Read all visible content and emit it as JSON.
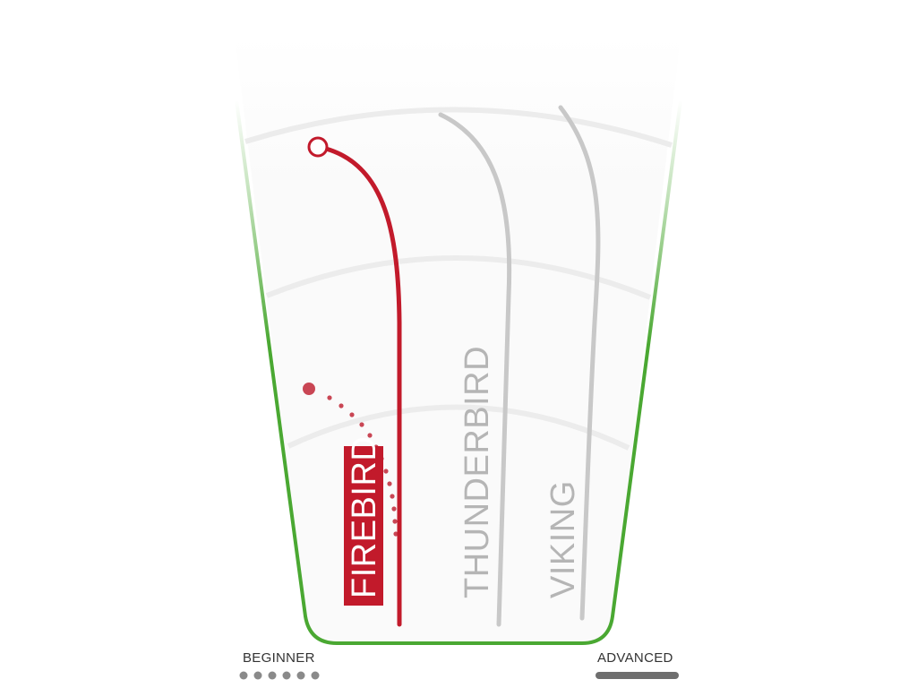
{
  "discs": [
    {
      "name": "FIREBIRD",
      "color": "#c21a2b",
      "highlighted": true
    },
    {
      "name": "THUNDERBIRD",
      "color": "#b5b5b5",
      "highlighted": false
    },
    {
      "name": "VIKING",
      "color": "#b5b5b5",
      "highlighted": false
    }
  ],
  "scale": {
    "left_label": "BEGINNER",
    "right_label": "ADVANCED"
  },
  "colors": {
    "fairway_outline": "#4aa832",
    "distance_arcs": "#ececec",
    "highlight": "#c21a2b",
    "inactive": "#b5b5b5",
    "scale_marker": "#8a8a8a"
  }
}
